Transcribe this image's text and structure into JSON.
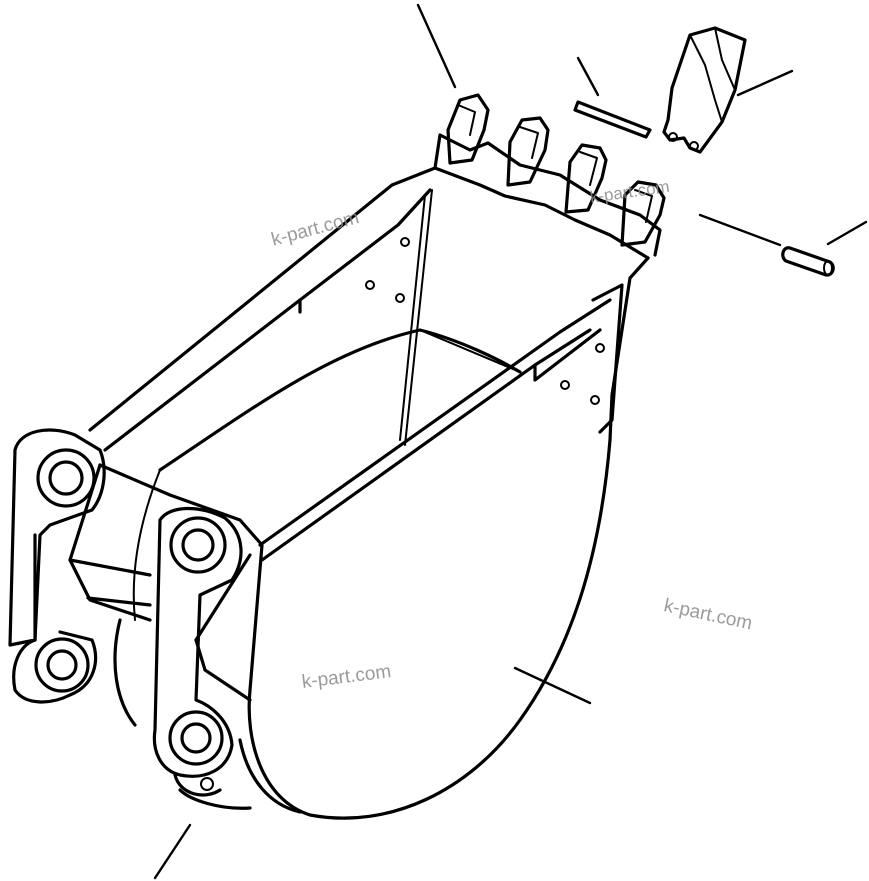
{
  "watermarks": [
    "k-part.com",
    "k-part.com",
    "k-part.com",
    "k-part.com"
  ],
  "parts": [
    {
      "icon": "bucket-body-icon"
    },
    {
      "icon": "tooth-point-icon"
    },
    {
      "icon": "tooth-adapter-icon"
    },
    {
      "icon": "lock-pin-icon"
    },
    {
      "icon": "retainer-bar-icon"
    }
  ]
}
